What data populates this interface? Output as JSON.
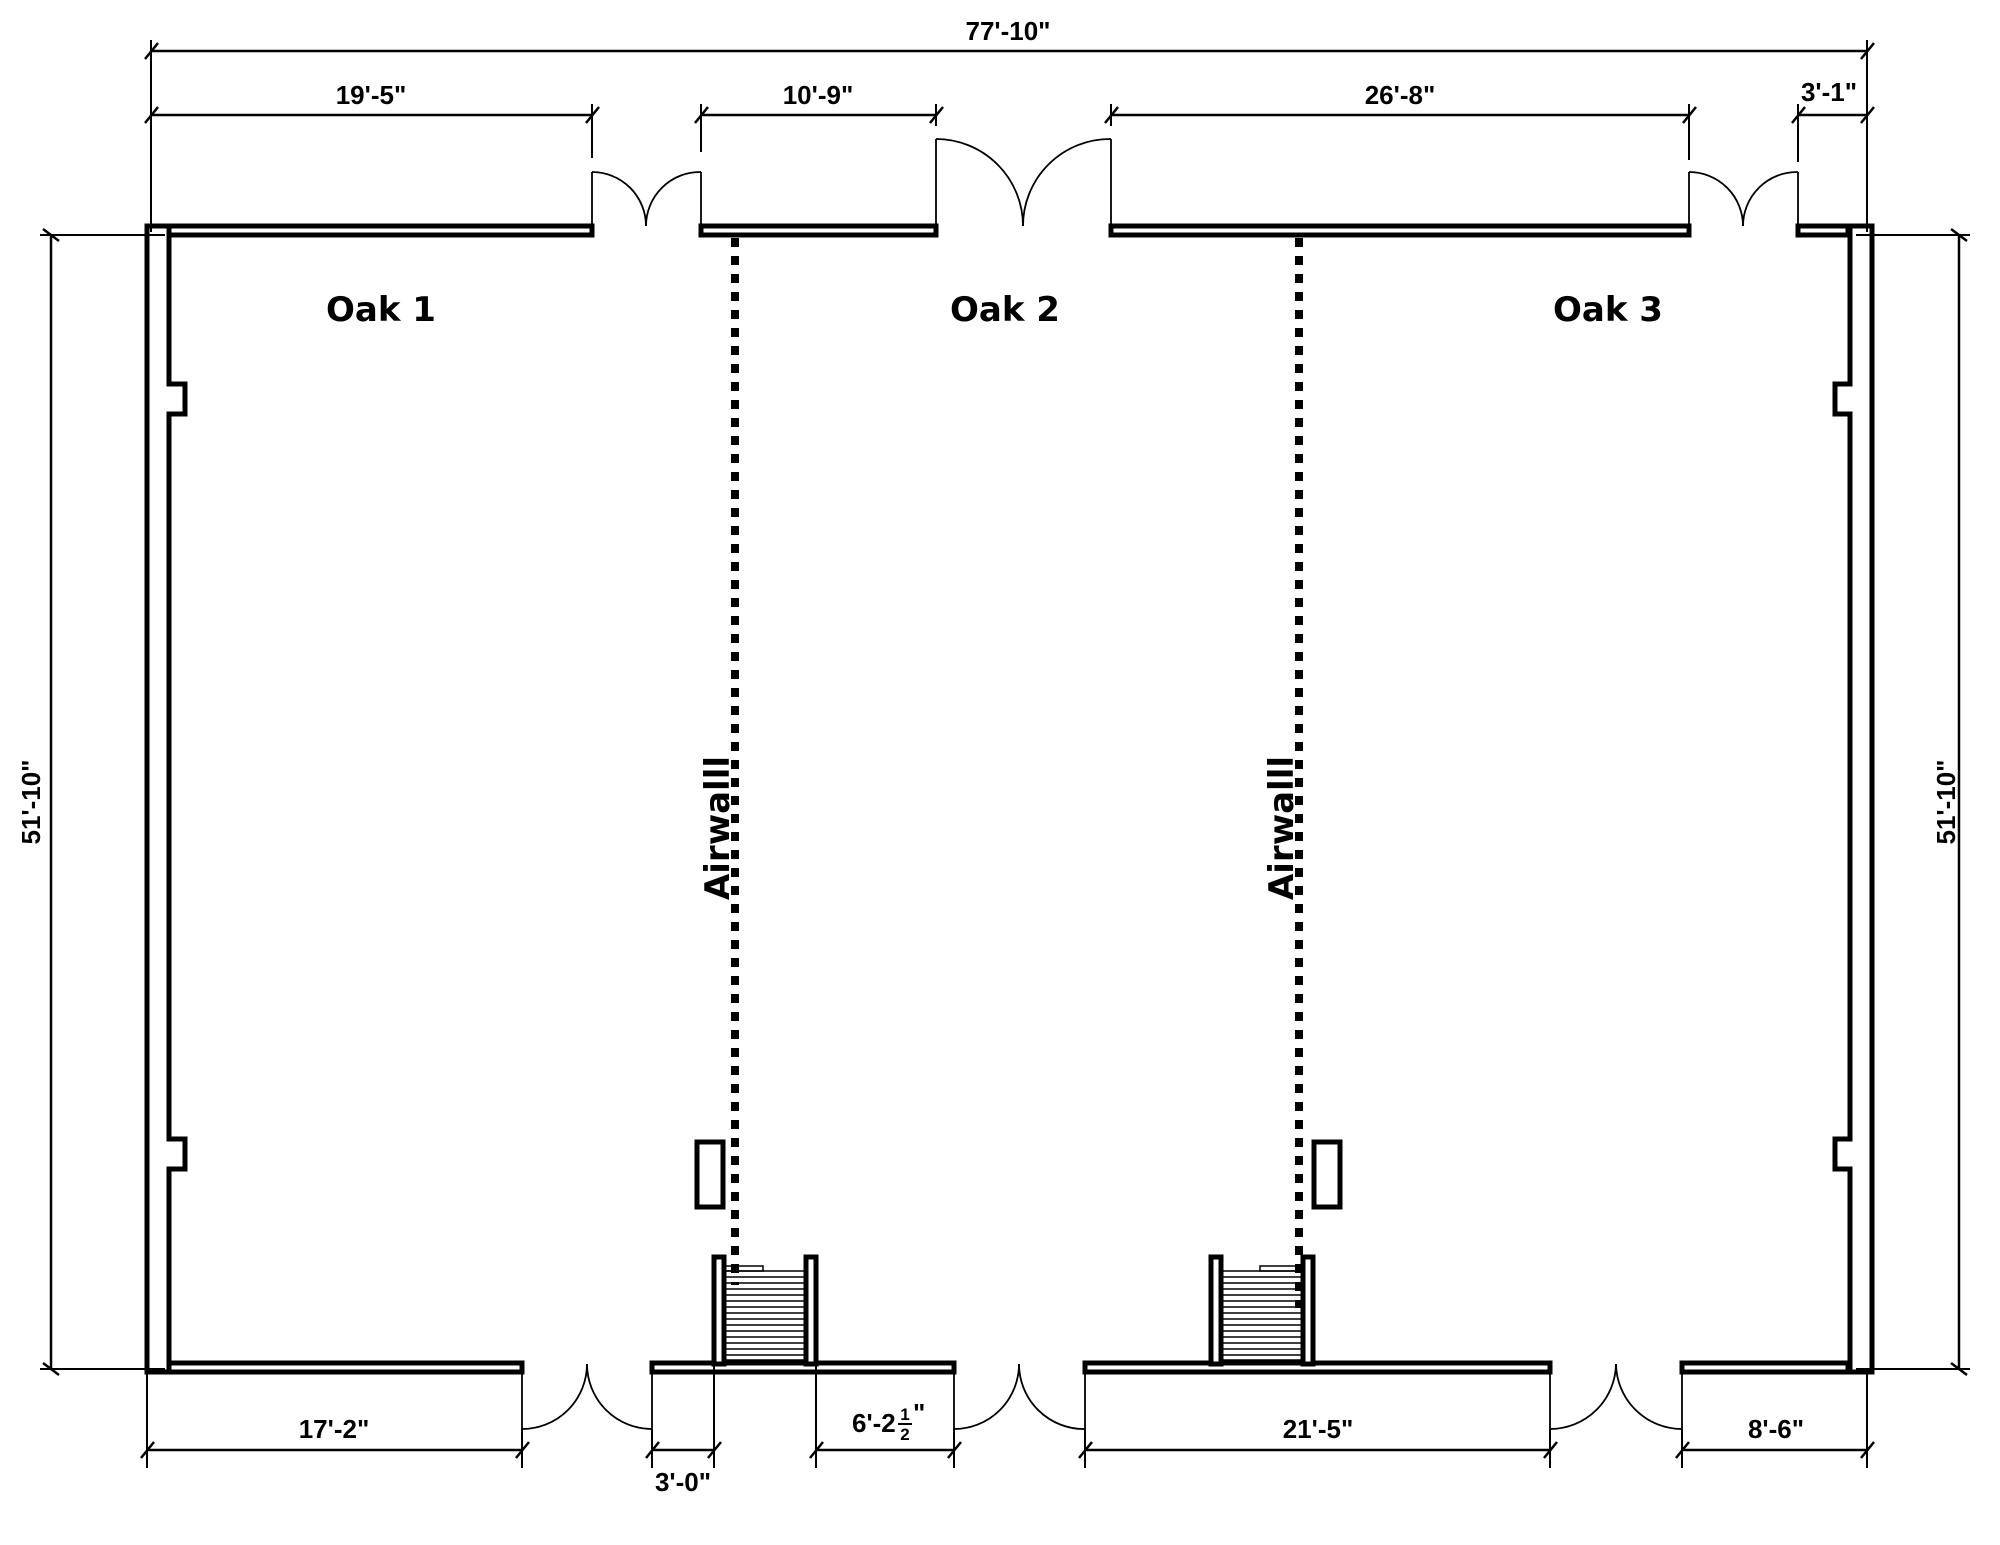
{
  "plan": {
    "rooms": [
      {
        "name": "Oak 1"
      },
      {
        "name": "Oak 2"
      },
      {
        "name": "Oak 3"
      }
    ],
    "airwalls": [
      {
        "label": "Airwalll"
      },
      {
        "label": "Airwalll"
      }
    ],
    "dimensions": {
      "overall_width": "77'-10\"",
      "top_segments": [
        "19'-5\"",
        "10'-9\"",
        "26'-8\"",
        "3'-1\""
      ],
      "left_height": "51'-10\"",
      "right_height": "51'-10\"",
      "bottom_segments": [
        "17'-2\"",
        "3'-0\"",
        "6'-2",
        "21'-5\"",
        "8'-6\""
      ],
      "bottom_fraction": {
        "numerator": "1",
        "denominator": "2",
        "suffix": "\""
      }
    },
    "colors": {
      "line": "#000000",
      "background": "#ffffff"
    }
  }
}
